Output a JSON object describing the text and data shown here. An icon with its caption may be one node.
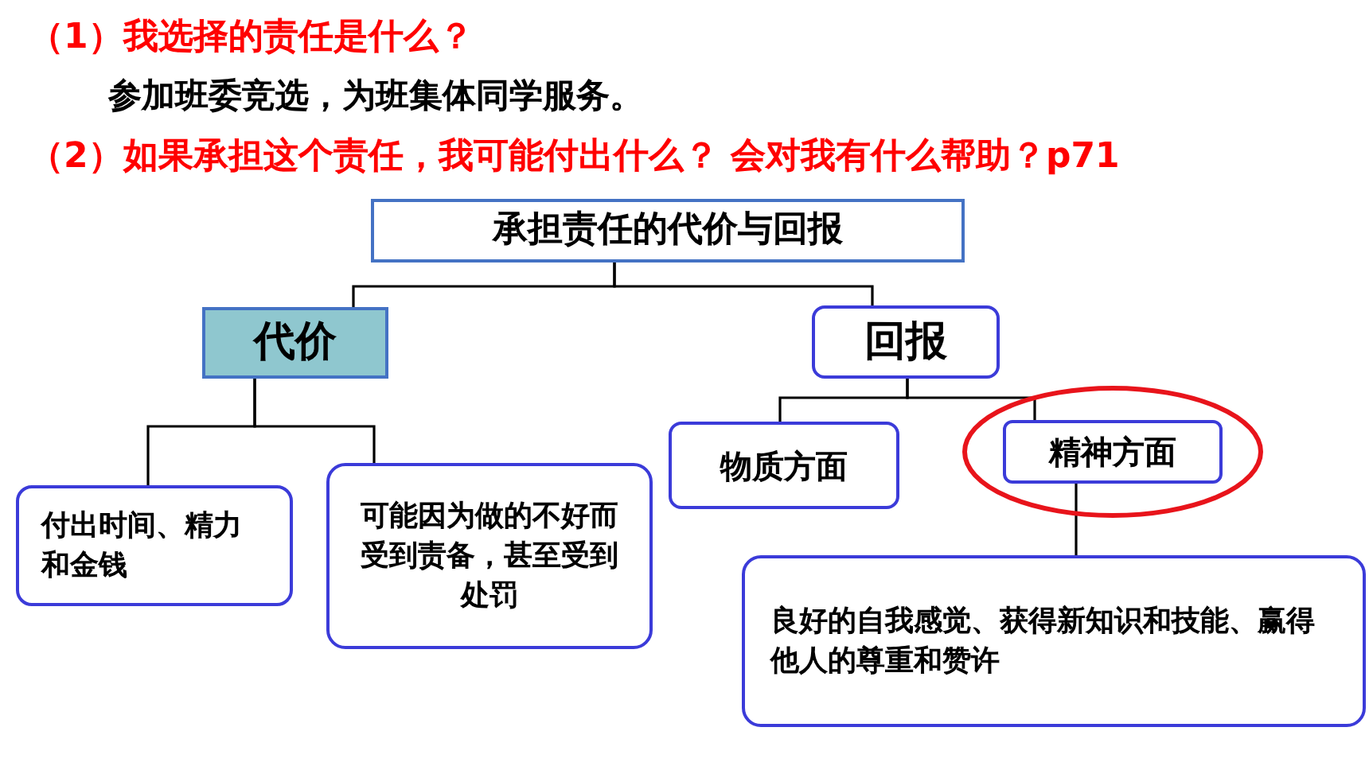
{
  "diagram": {
    "nodes": [
      {
        "text": [
          "承担责任的代价与回报"
        ]
      },
      {
        "text": [
          "代价"
        ]
      },
      {
        "text": [
          "回报"
        ]
      },
      {
        "text": [
          "付出时间、精力和金钱"
        ]
      },
      {
        "text": [
          "可能因为做的不好而受到责备，甚至受到处罚"
        ]
      },
      {
        "text": [
          "物质方面"
        ]
      },
      {
        "text": [
          "精神方面"
        ]
      },
      {
        "text": [
          "良好的自我感觉、获得新知识和技能、赢得他人的尊重和赞许"
        ]
      }
    ],
    "edges": [
      {
        "from": 0,
        "to": 1,
        "arrow": "none"
      },
      {
        "from": 0,
        "to": 2,
        "arrow": "none"
      },
      {
        "from": 1,
        "to": 3,
        "arrow": "none"
      },
      {
        "from": 1,
        "to": 4,
        "arrow": "none"
      },
      {
        "from": 2,
        "to": 5,
        "arrow": "none"
      },
      {
        "from": 2,
        "to": 6,
        "arrow": "none"
      },
      {
        "from": 6,
        "to": 7,
        "arrow": "none"
      }
    ],
    "labels": [
      "（1）我选择的责任是什么？",
      "参加班委竞选，为班集体同学服务。",
      "（2）如果承担这个责任，我可能付出什么？ 会对我有什么帮助？p71"
    ]
  }
}
